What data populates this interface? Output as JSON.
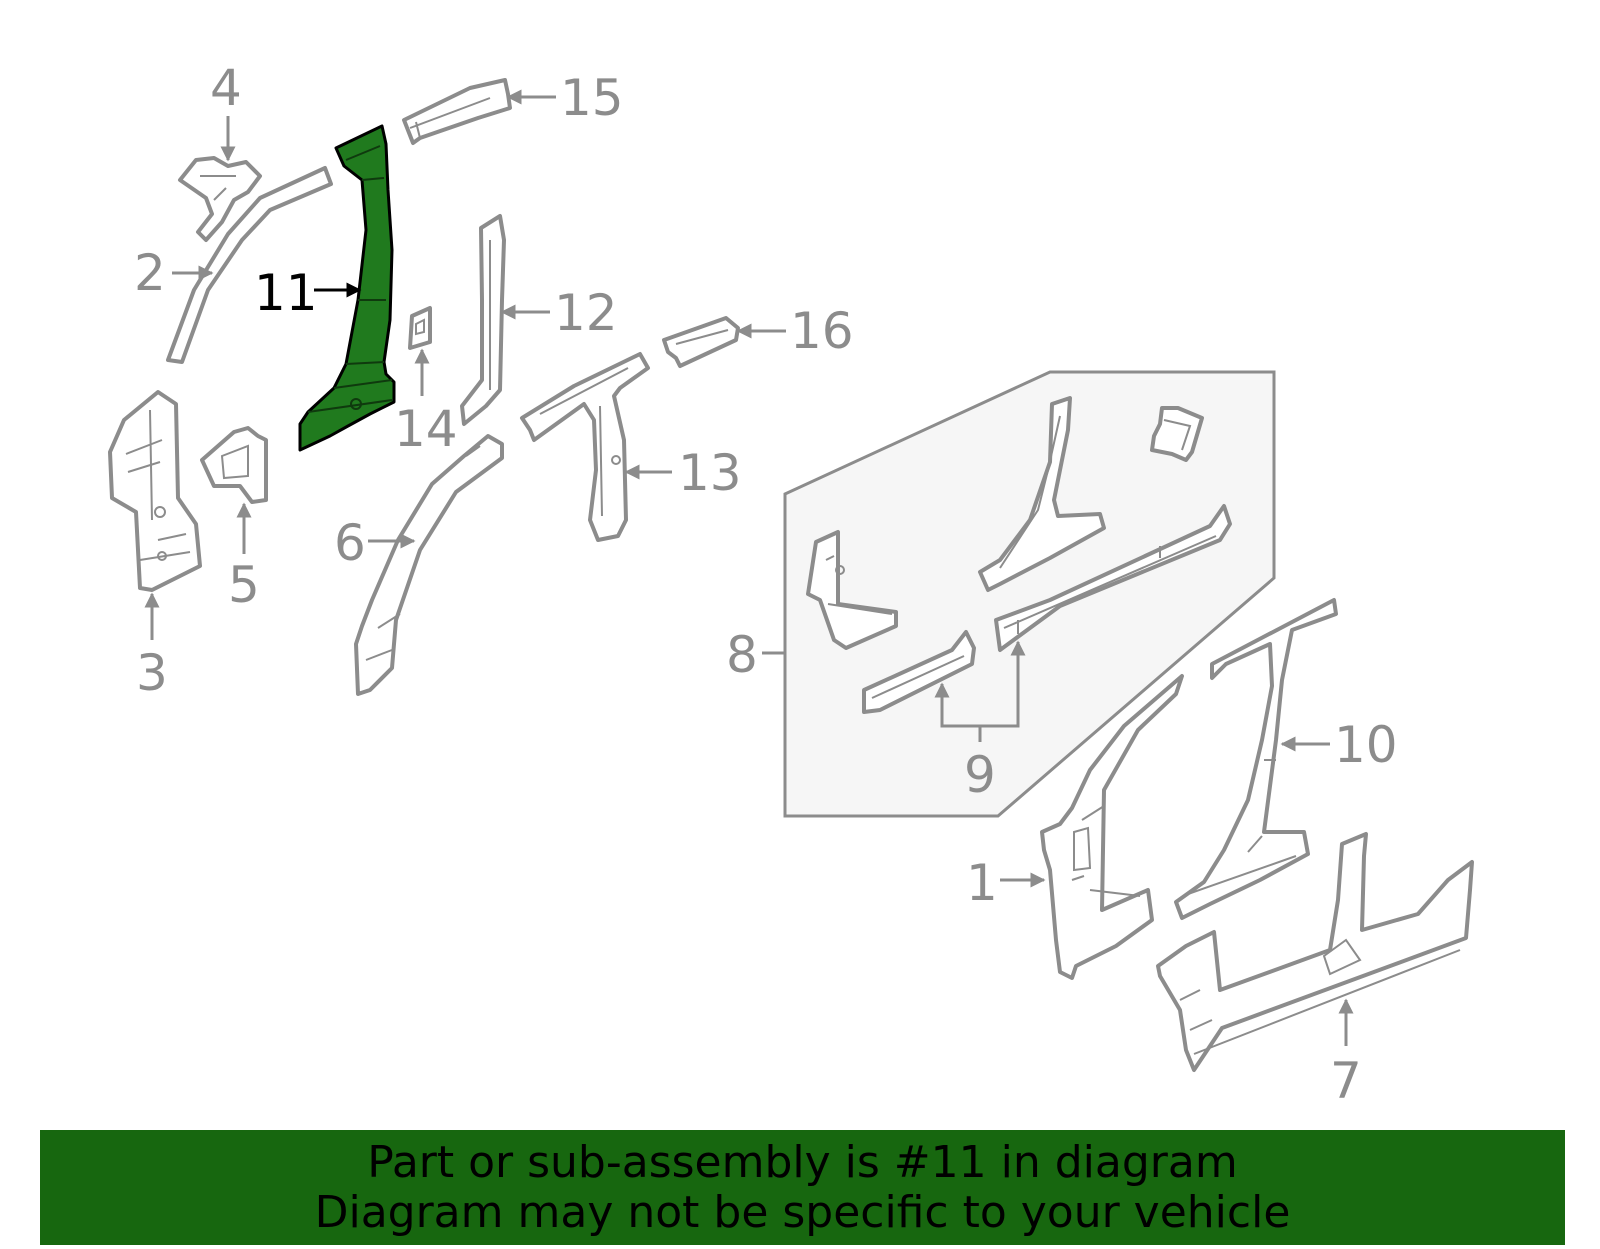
{
  "labels": {
    "n1": "1",
    "n2": "2",
    "n3": "3",
    "n4": "4",
    "n5": "5",
    "n6": "6",
    "n7": "7",
    "n8": "8",
    "n9": "9",
    "n10": "10",
    "n11": "11",
    "n12": "12",
    "n13": "13",
    "n14": "14",
    "n15": "15",
    "n16": "16"
  },
  "highlighted_part": "11",
  "colors": {
    "highlight": "#207a1e",
    "banner": "#17670f",
    "line": "#8c8c8c"
  },
  "banner": {
    "line1": "Part or sub-assembly is #11 in diagram",
    "line2": "Diagram may not be specific to your vehicle"
  }
}
